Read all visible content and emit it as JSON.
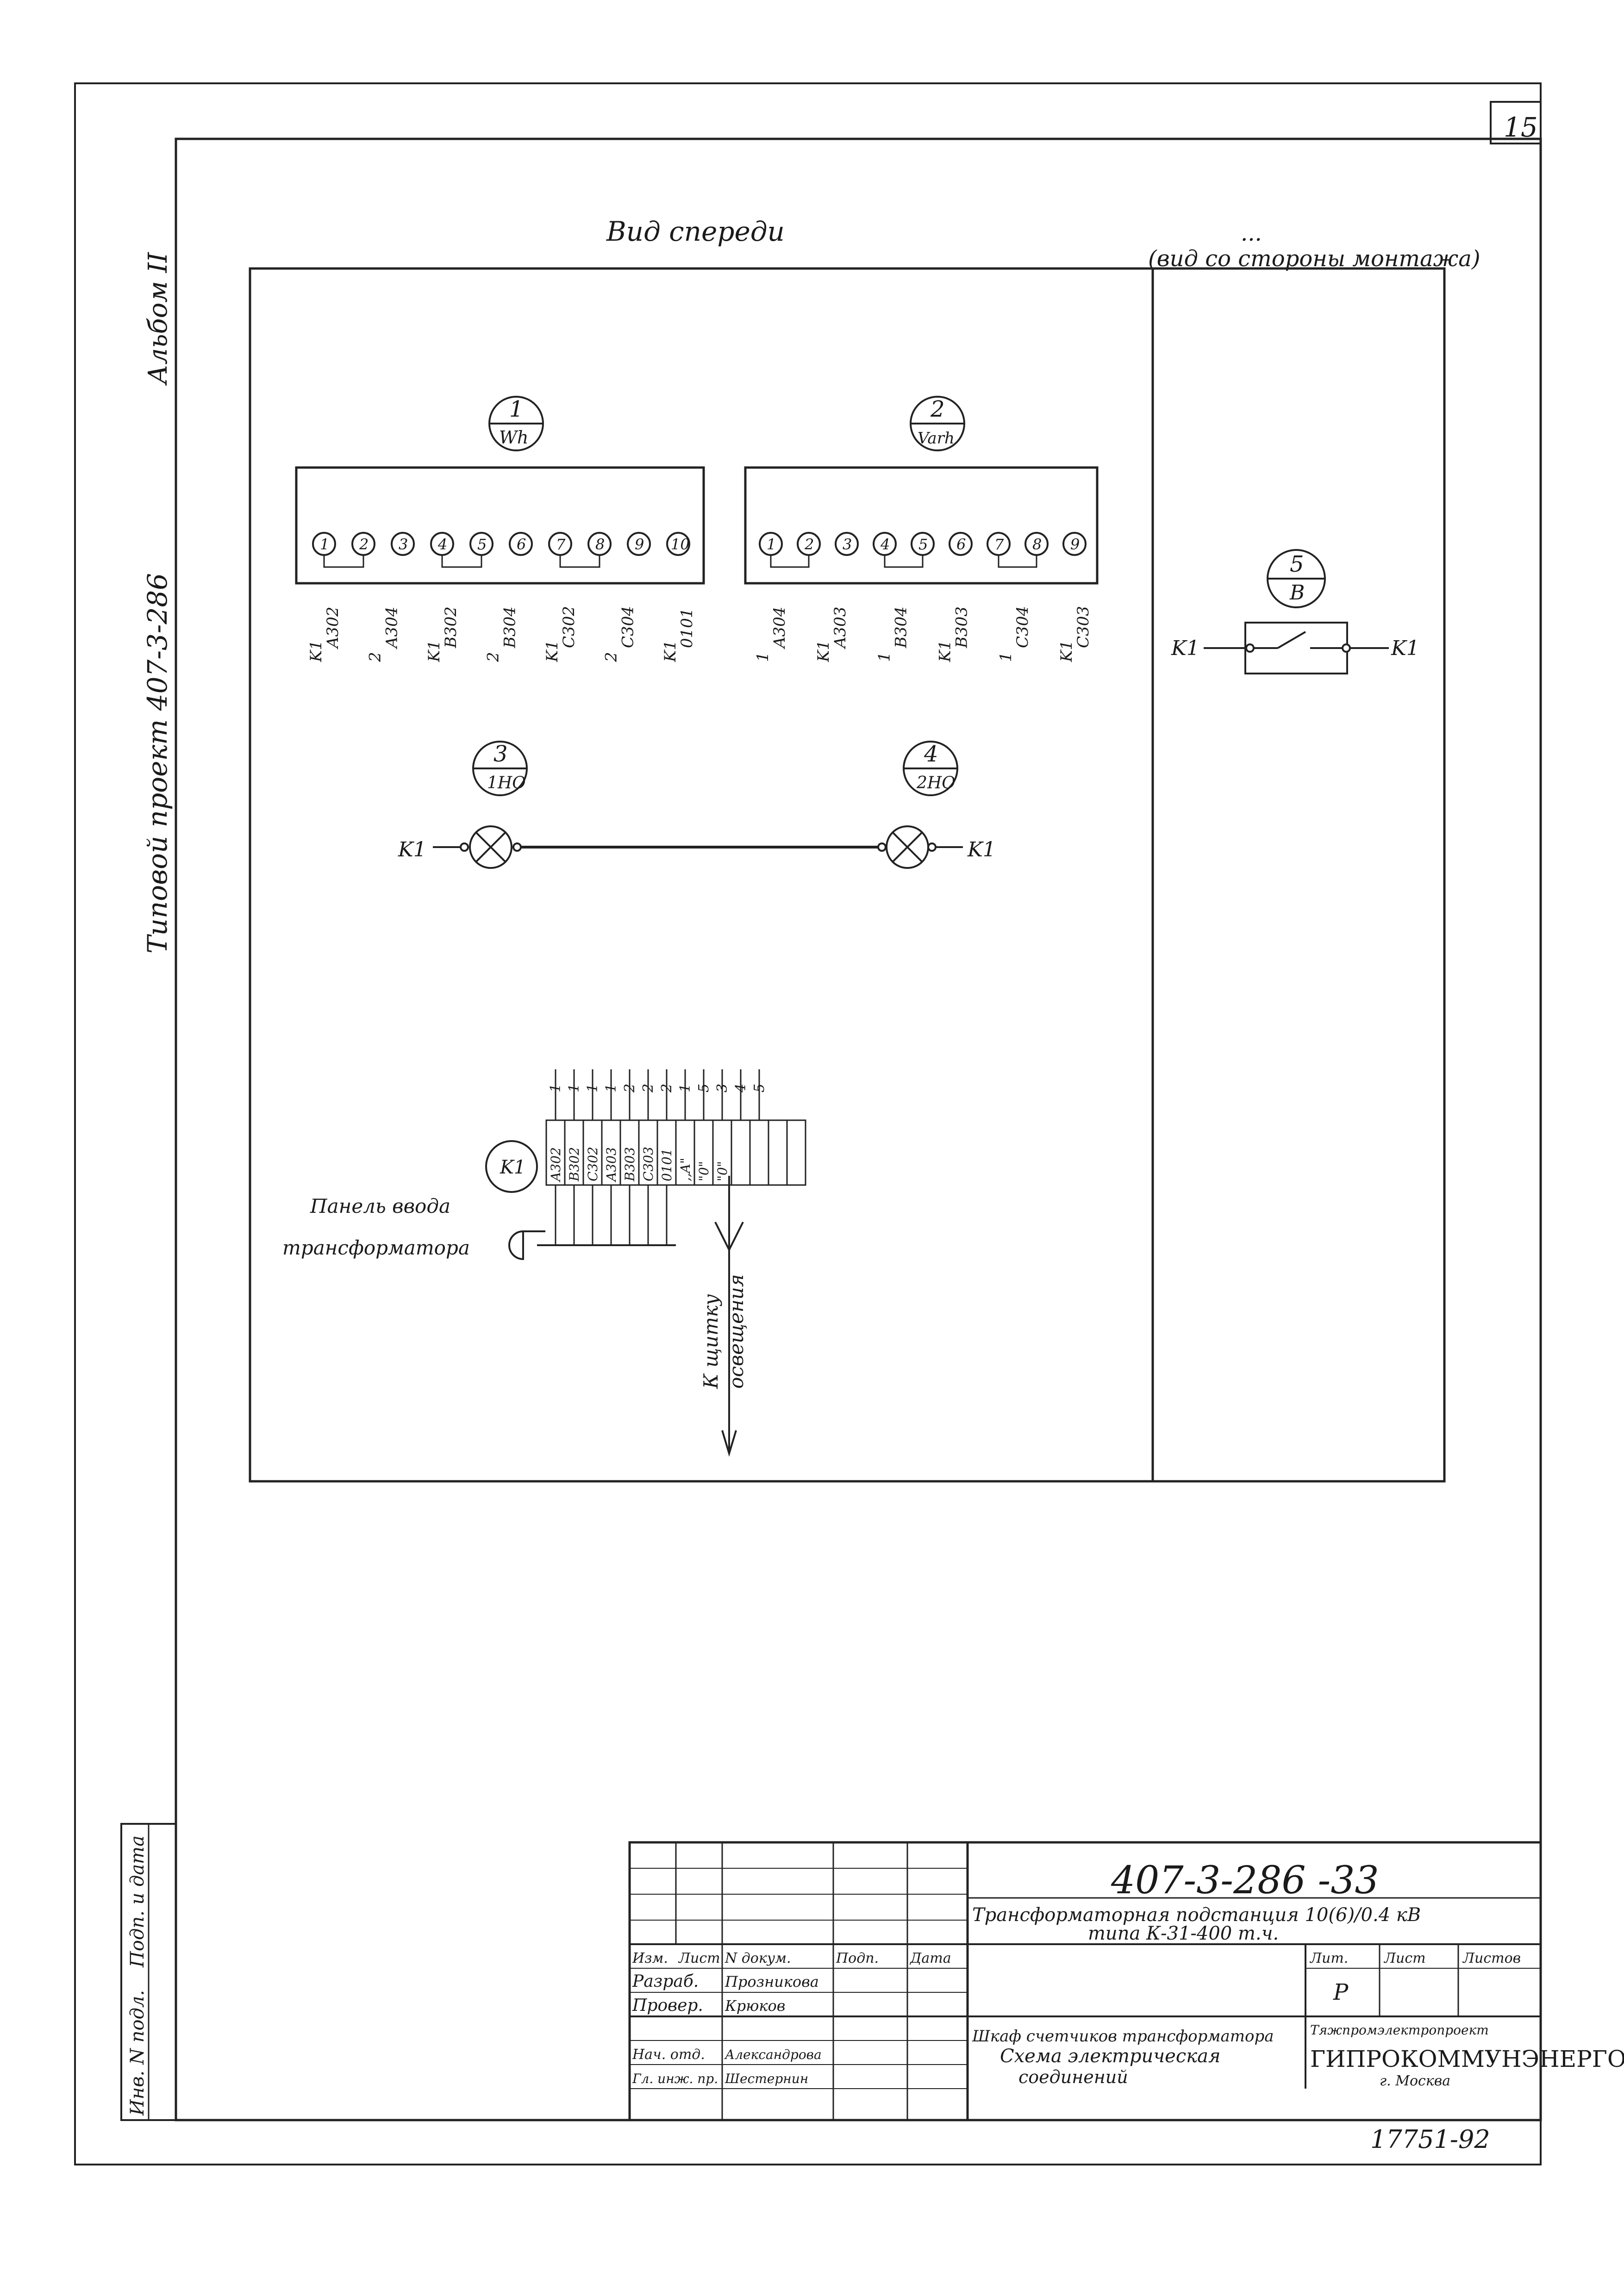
{
  "sheet": {
    "number": "15",
    "album": "Альбом II",
    "project": "Типовой проект 407-3-286",
    "inventory_code": "17751-92"
  },
  "views": {
    "front": "Вид спереди",
    "rear_title": "...",
    "rear_subtitle": "(вид со стороны монтажа)"
  },
  "devices": {
    "meter1": {
      "number": "1",
      "type": "Wh",
      "terminals": [
        "1",
        "2",
        "3",
        "4",
        "5",
        "6",
        "7",
        "8",
        "9",
        "10"
      ],
      "wires": [
        {
          "from": "K1",
          "mark": "A302"
        },
        {
          "from": "2",
          "mark": "A304"
        },
        {
          "from": "K1",
          "mark": "B302"
        },
        {
          "from": "2",
          "mark": "B304"
        },
        {
          "from": "K1",
          "mark": "C302"
        },
        {
          "from": "2",
          "mark": "C304"
        },
        {
          "from": "K1",
          "mark": "0101"
        }
      ]
    },
    "meter2": {
      "number": "2",
      "type": "Varh",
      "terminals": [
        "1",
        "2",
        "3",
        "4",
        "5",
        "6",
        "7",
        "8",
        "9"
      ],
      "wires": [
        {
          "from": "1",
          "mark": "A304"
        },
        {
          "from": "K1",
          "mark": "A303"
        },
        {
          "from": "1",
          "mark": "B304"
        },
        {
          "from": "K1",
          "mark": "B303"
        },
        {
          "from": "1",
          "mark": "C304"
        },
        {
          "from": "K1",
          "mark": "C303"
        }
      ]
    },
    "lamp1": {
      "number": "3",
      "type": "1НО"
    },
    "lamp2": {
      "number": "4",
      "type": "2НО"
    },
    "switch": {
      "number": "5",
      "type": "В"
    },
    "conn_K1": "K1"
  },
  "terminal_block": {
    "id": "K1",
    "cells": [
      "A302",
      "B302",
      "C302",
      "A303",
      "B303",
      "C303",
      "0101",
      ",,A\"",
      "\"0\"",
      "\"0\"",
      "",
      "",
      "",
      ""
    ],
    "top_numbers": [
      "1",
      "1",
      "1",
      "1",
      "2",
      "2",
      "2",
      "1",
      "5",
      "3",
      "4",
      "5"
    ]
  },
  "labels": {
    "panel_line1": "Панель ввода",
    "panel_line2": "трансформатора",
    "lighting_line1": "К щитку",
    "lighting_line2": "освещения"
  },
  "side_stamp": {
    "inv": "Инв. N подл.",
    "sign": "Подп. и дата"
  },
  "title_block": {
    "designation": "407-3-286 -33",
    "title_line1": "Трансформаторная подстанция 10(6)/0.4 кВ",
    "title_line2": "типа    К-31-400 т.ч.",
    "col_headers": [
      "Изм.",
      "Лист",
      "N докум.",
      "Подп.",
      "Дата"
    ],
    "staff": [
      {
        "role": "Разраб.",
        "name": "Прозникова"
      },
      {
        "role": "Провер.",
        "name": "Крюков"
      },
      {
        "role": "",
        "name": ""
      },
      {
        "role": "Нач. отд.",
        "name": "Александрова"
      },
      {
        "role": "Гл. инж. пр.",
        "name": "Шестернин"
      }
    ],
    "drawing_title_line1": "Шкаф счетчиков трансформатора",
    "drawing_title_line2": "Схема электрическая",
    "drawing_title_line3": "соединений",
    "stage_header": "Лит.",
    "sheet_header": "Лист",
    "sheets_header": "Листов",
    "stage": "Р",
    "org_top": "Тяжпромэлектропроект",
    "org_name": "ГИПРОКОММУНЭНЕРГО",
    "org_city": "г. Москва"
  }
}
